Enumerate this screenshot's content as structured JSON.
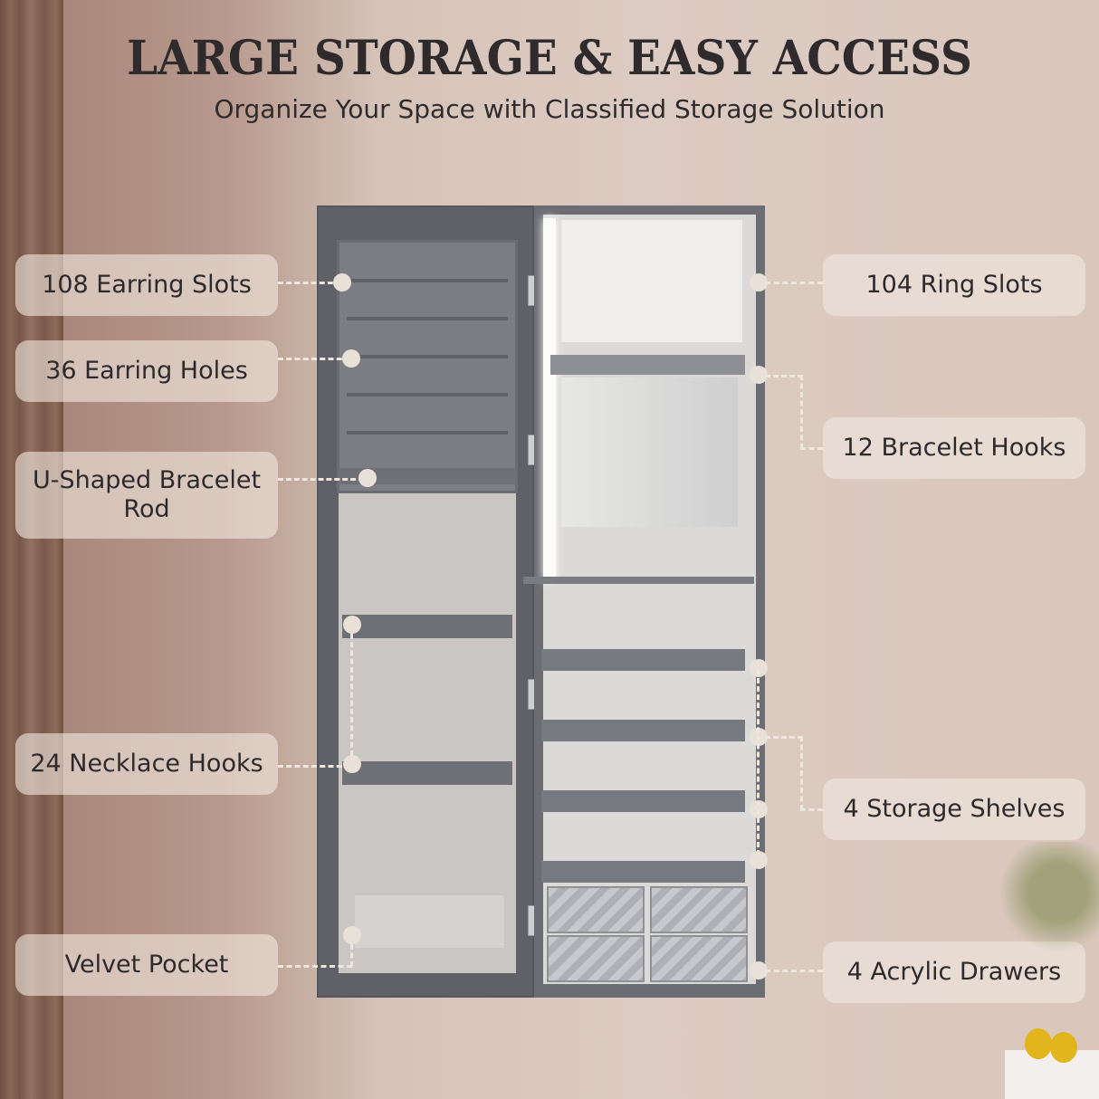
{
  "header": {
    "title": "LARGE STORAGE & EASY ACCESS",
    "subtitle": "Organize Your Space with Classified Storage Solution"
  },
  "labels": {
    "left": [
      {
        "text": "108 Earring Slots"
      },
      {
        "text": "36 Earring Holes"
      },
      {
        "text": "U-Shaped Bracelet Rod"
      },
      {
        "text": "24 Necklace Hooks"
      },
      {
        "text": "Velvet Pocket"
      }
    ],
    "right": [
      {
        "text": "104 Ring Slots"
      },
      {
        "text": "12 Bracelet Hooks"
      },
      {
        "text": "4 Storage Shelves"
      },
      {
        "text": "4 Acrylic Drawers"
      }
    ]
  },
  "colors": {
    "cabinet_gray": "#6b6d73",
    "label_bg": "#efe6de",
    "text_dark": "#2e2a2c",
    "wall": "#d9c7bd"
  }
}
